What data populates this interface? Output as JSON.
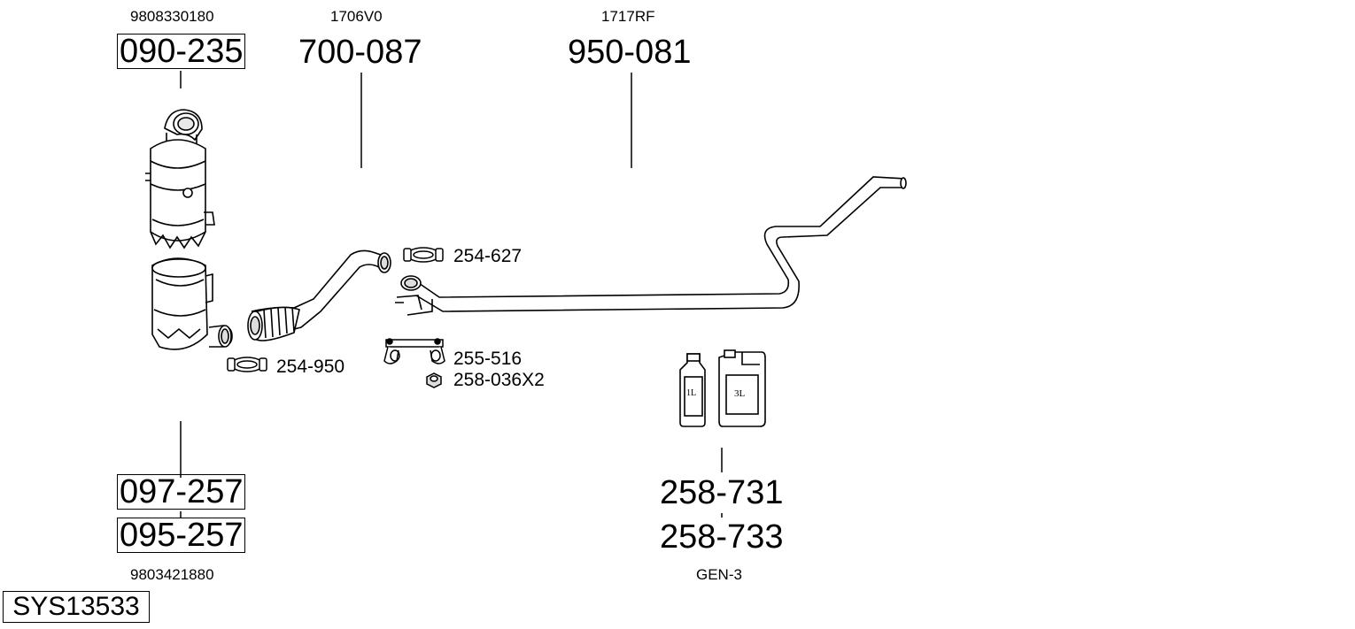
{
  "diagram": {
    "system_code": "SYS13533",
    "parts": {
      "front_cat": {
        "oem": "9808330180",
        "number": "090-235"
      },
      "front_pipe": {
        "oem": "1706V0",
        "number": "700-087"
      },
      "rear_pipe": {
        "oem": "1717RF",
        "number": "950-081"
      },
      "dpf_a": {
        "number": "097-257"
      },
      "dpf_b": {
        "number": "095-257",
        "oem": "9803421880"
      },
      "fluid_a": {
        "number": "258-731"
      },
      "fluid_b": {
        "number": "258-733",
        "oem": "GEN-3"
      }
    },
    "hardware": {
      "clamp_upper": "254-627",
      "clamp_lower": "254-950",
      "mount": "255-516",
      "nut": "258-036X2"
    },
    "containers": {
      "small_label": "1L",
      "large_label": "3L"
    }
  }
}
